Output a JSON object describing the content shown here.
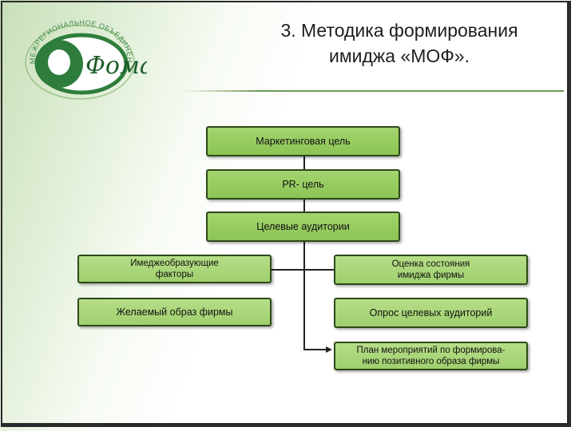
{
  "slide": {
    "title_line1": "3. Методика формирования",
    "title_line2": "имиджа «МОФ»."
  },
  "logo": {
    "text": "Фома",
    "ring_text": "МЕЖРЕГИОНАЛЬНОЕ ОБЪЕДИНЕНИЕ ФОРМИРОВАНИЯ ИМИДЖА"
  },
  "diagram": {
    "marketing_goal": "Маркетинговая цель",
    "pr_goal": "PR- цель",
    "target_audiences": "Целевые аудитории",
    "image_factors_line1": "Имеджеобразующие",
    "image_factors_line2": "факторы",
    "desired_image": "Желаемый образ фирмы",
    "image_assessment_line1": "Оценка состояния",
    "image_assessment_line2": "имиджа фирмы",
    "audience_survey": "Опрос целевых аудиторий",
    "action_plan_line1": "План мероприятий по формирова-",
    "action_plan_line2": "нию позитивного образа фирмы"
  },
  "colors": {
    "box_fill": "#96c95f",
    "box_border": "#2d4a1a",
    "logo_green": "#2e7d3c",
    "accent_rule": "#6f9a55"
  }
}
